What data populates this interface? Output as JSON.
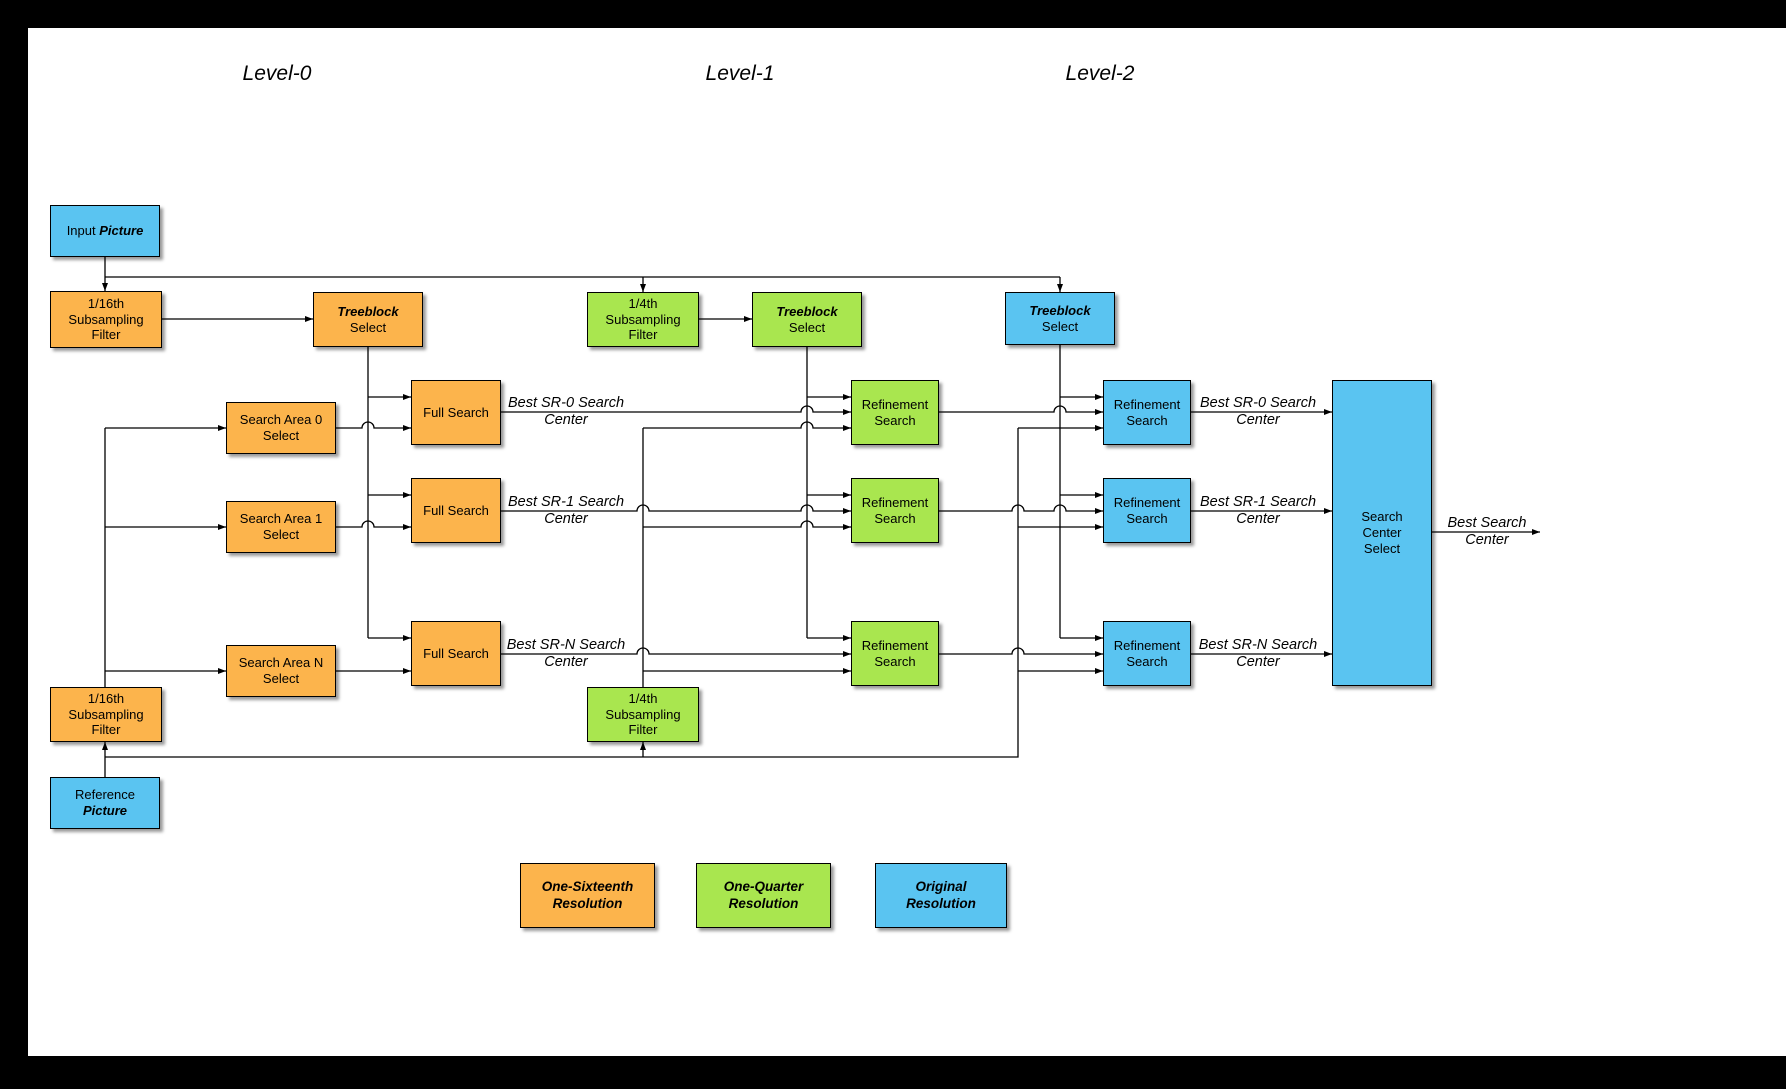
{
  "levels": {
    "l0": "Level-0",
    "l1": "Level-1",
    "l2": "Level-2"
  },
  "colors": {
    "orange": "#FCB44C",
    "green": "#A9E64F",
    "blue": "#5AC4F1"
  },
  "nodes": {
    "input_picture": {
      "text": "Input",
      "em": "Picture"
    },
    "subsample16_top": {
      "lines": [
        "1/16th",
        "Subsampling",
        "Filter"
      ]
    },
    "treeblock_l0": {
      "em": "Treeblock",
      "text": "Select"
    },
    "subsample4_top": {
      "lines": [
        "1/4th",
        "Subsampling",
        "Filter"
      ]
    },
    "treeblock_l1": {
      "em": "Treeblock",
      "text": "Select"
    },
    "treeblock_l2": {
      "em": "Treeblock",
      "text": "Select"
    },
    "search_area_0": {
      "lines": [
        "Search Area 0",
        "Select"
      ]
    },
    "search_area_1": {
      "lines": [
        "Search Area 1",
        "Select"
      ]
    },
    "search_area_n": {
      "lines": [
        "Search Area N",
        "Select"
      ]
    },
    "full_search_0": {
      "text": "Full Search"
    },
    "full_search_1": {
      "text": "Full Search"
    },
    "full_search_n": {
      "text": "Full Search"
    },
    "refinement_l1_0": {
      "lines": [
        "Refinement",
        "Search"
      ]
    },
    "refinement_l1_1": {
      "lines": [
        "Refinement",
        "Search"
      ]
    },
    "refinement_l1_n": {
      "lines": [
        "Refinement",
        "Search"
      ]
    },
    "refinement_l2_0": {
      "lines": [
        "Refinement",
        "Search"
      ]
    },
    "refinement_l2_1": {
      "lines": [
        "Refinement",
        "Search"
      ]
    },
    "refinement_l2_n": {
      "lines": [
        "Refinement",
        "Search"
      ]
    },
    "search_center_select": {
      "lines": [
        "Search",
        "Center",
        "Select"
      ]
    },
    "subsample16_bottom": {
      "lines": [
        "1/16th",
        "Subsampling",
        "Filter"
      ]
    },
    "subsample4_bottom": {
      "lines": [
        "1/4th",
        "Subsampling",
        "Filter"
      ]
    },
    "reference_picture": {
      "text": "Reference",
      "em": "Picture"
    }
  },
  "labels": {
    "l0_sr0": [
      "Best SR-0 Search",
      "Center"
    ],
    "l0_sr1": [
      "Best SR-1 Search",
      "Center"
    ],
    "l0_srn": [
      "Best SR-N Search",
      "Center"
    ],
    "l2_sr0": [
      "Best SR-0 Search",
      "Center"
    ],
    "l2_sr1": [
      "Best SR-1 Search",
      "Center"
    ],
    "l2_srn": [
      "Best SR-N Search",
      "Center"
    ],
    "output": [
      "Best Search",
      "Center"
    ]
  },
  "legend": {
    "sixteenth": {
      "lines": [
        "One-Sixteenth",
        "Resolution"
      ]
    },
    "quarter": {
      "lines": [
        "One-Quarter",
        "Resolution"
      ]
    },
    "original": {
      "lines": [
        "Original",
        "Resolution"
      ]
    }
  }
}
